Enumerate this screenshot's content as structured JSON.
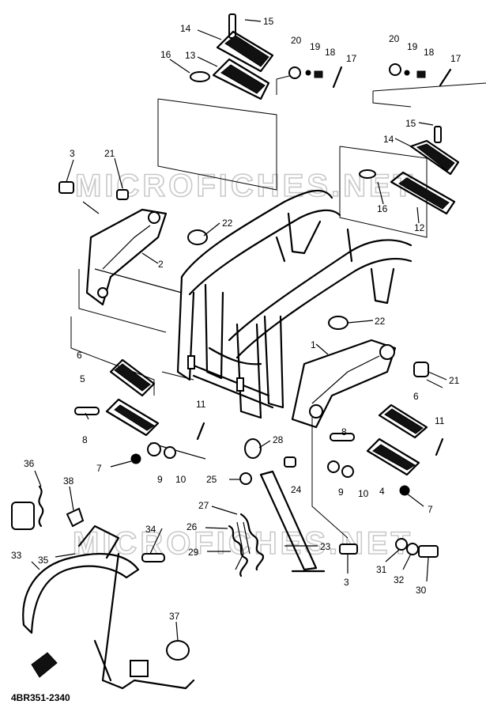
{
  "diagram": {
    "reference_code": "4BR351-2340",
    "watermark_text": "MICROFICHES.NET",
    "callouts": [
      {
        "id": "c15a",
        "label": "15"
      },
      {
        "id": "c14a",
        "label": "14"
      },
      {
        "id": "c16a",
        "label": "16"
      },
      {
        "id": "c13",
        "label": "13"
      },
      {
        "id": "c20a",
        "label": "20"
      },
      {
        "id": "c19a",
        "label": "19"
      },
      {
        "id": "c18a",
        "label": "18"
      },
      {
        "id": "c17a",
        "label": "17"
      },
      {
        "id": "c20b",
        "label": "20"
      },
      {
        "id": "c19b",
        "label": "19"
      },
      {
        "id": "c18b",
        "label": "18"
      },
      {
        "id": "c17b",
        "label": "17"
      },
      {
        "id": "c15b",
        "label": "15"
      },
      {
        "id": "c14b",
        "label": "14"
      },
      {
        "id": "c16b",
        "label": "16"
      },
      {
        "id": "c12",
        "label": "12"
      },
      {
        "id": "c3a",
        "label": "3"
      },
      {
        "id": "c21a",
        "label": "21"
      },
      {
        "id": "c22a",
        "label": "22"
      },
      {
        "id": "c2",
        "label": "2"
      },
      {
        "id": "c22b",
        "label": "22"
      },
      {
        "id": "c1",
        "label": "1"
      },
      {
        "id": "c21b",
        "label": "21"
      },
      {
        "id": "c6a",
        "label": "6"
      },
      {
        "id": "c5",
        "label": "5"
      },
      {
        "id": "c8a",
        "label": "8"
      },
      {
        "id": "c11a",
        "label": "11"
      },
      {
        "id": "c7a",
        "label": "7"
      },
      {
        "id": "c9a",
        "label": "9"
      },
      {
        "id": "c10a",
        "label": "10"
      },
      {
        "id": "c28",
        "label": "28"
      },
      {
        "id": "c6b",
        "label": "6"
      },
      {
        "id": "c11b",
        "label": "11"
      },
      {
        "id": "c8b",
        "label": "8"
      },
      {
        "id": "c25",
        "label": "25"
      },
      {
        "id": "c24",
        "label": "24"
      },
      {
        "id": "c9b",
        "label": "9"
      },
      {
        "id": "c10b",
        "label": "10"
      },
      {
        "id": "c4",
        "label": "4"
      },
      {
        "id": "c7b",
        "label": "7"
      },
      {
        "id": "c36",
        "label": "36"
      },
      {
        "id": "c38",
        "label": "38"
      },
      {
        "id": "c27",
        "label": "27"
      },
      {
        "id": "c26",
        "label": "26"
      },
      {
        "id": "c34",
        "label": "34"
      },
      {
        "id": "c23",
        "label": "23"
      },
      {
        "id": "c29",
        "label": "29"
      },
      {
        "id": "c33",
        "label": "33"
      },
      {
        "id": "c35",
        "label": "35"
      },
      {
        "id": "c3b",
        "label": "3"
      },
      {
        "id": "c31",
        "label": "31"
      },
      {
        "id": "c32",
        "label": "32"
      },
      {
        "id": "c30",
        "label": "30"
      },
      {
        "id": "c37",
        "label": "37"
      }
    ]
  }
}
